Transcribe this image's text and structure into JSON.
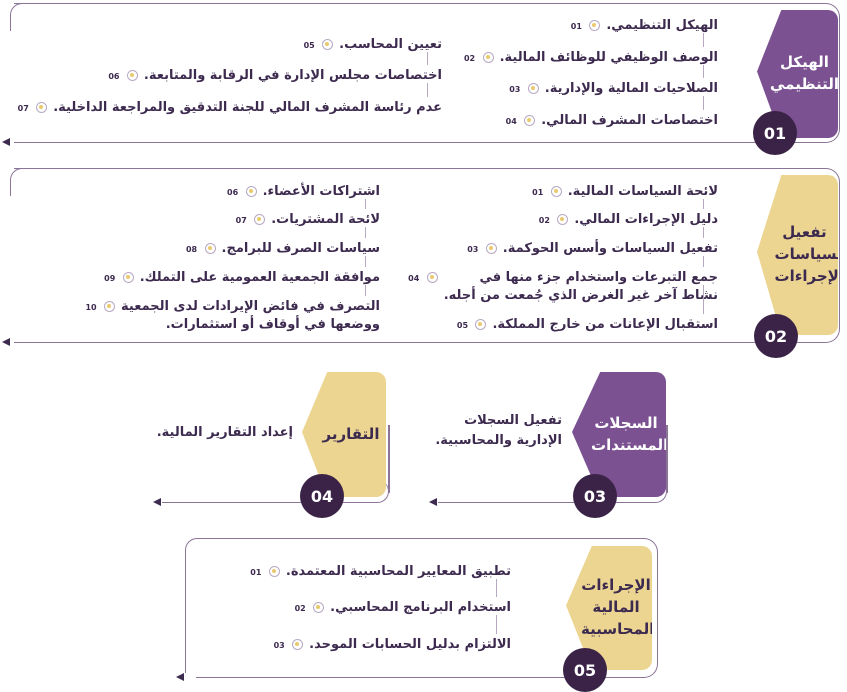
{
  "colors": {
    "purple": "#7b5192",
    "gold": "#ecd591",
    "dark": "#3a2347",
    "text": "#3d2a4f"
  },
  "sections": [
    {
      "number": "01",
      "title": "الهيكل التنظيمي",
      "items": [
        {
          "n": "01",
          "text": "الهيكل التنظيمي."
        },
        {
          "n": "02",
          "text": "الوصف الوظيفي للوظائف المالية."
        },
        {
          "n": "03",
          "text": "الصلاحيات المالية والإدارية."
        },
        {
          "n": "04",
          "text": "اختصاصات المشرف المالي."
        },
        {
          "n": "05",
          "text": "تعيين المحاسب."
        },
        {
          "n": "06",
          "text": "اختصاصات مجلس الإدارة في الرقابة والمتابعة."
        },
        {
          "n": "07",
          "text": "عدم رئاسة المشرف المالي للجنة التدقيق والمراجعة الداخلية."
        }
      ]
    },
    {
      "number": "02",
      "title": "تفعيل السياسات والإجراءات",
      "items": [
        {
          "n": "01",
          "text": "لائحة السياسات المالية."
        },
        {
          "n": "02",
          "text": "دليل الإجراءات المالي."
        },
        {
          "n": "03",
          "text": "تفعيل السياسات وأسس الحوكمة."
        },
        {
          "n": "04",
          "text": "جمع التبرعات واستخدام جزء منها في\nنشاط آخر غير الغرض الذي جُمعت من أجله."
        },
        {
          "n": "05",
          "text": "استقبال الإعانات من خارج المملكة."
        },
        {
          "n": "06",
          "text": "اشتراكات الأعضاء."
        },
        {
          "n": "07",
          "text": "لائحة المشتريات."
        },
        {
          "n": "08",
          "text": "سياسات الصرف للبرامج."
        },
        {
          "n": "09",
          "text": "موافقة الجمعية العمومية على التملك."
        },
        {
          "n": "10",
          "text": "التصرف في فائض الإيرادات لدى الجمعية\nووضعها في أوقاف أو استثمارات."
        }
      ]
    },
    {
      "number": "03",
      "title": "السجلات والمستندات",
      "text": "تفعيل السجلات\nالإدارية والمحاسبية."
    },
    {
      "number": "04",
      "title": "التقارير",
      "text": "إعداد التقارير المالية."
    },
    {
      "number": "05",
      "title": "الإجراءات المالية والمحاسبية",
      "items": [
        {
          "n": "01",
          "text": "تطبيق المعايير المحاسبية المعتمدة."
        },
        {
          "n": "02",
          "text": "استخدام البرنامج المحاسبي."
        },
        {
          "n": "03",
          "text": "الالتزام بدليل الحسابات الموحد."
        }
      ]
    }
  ]
}
